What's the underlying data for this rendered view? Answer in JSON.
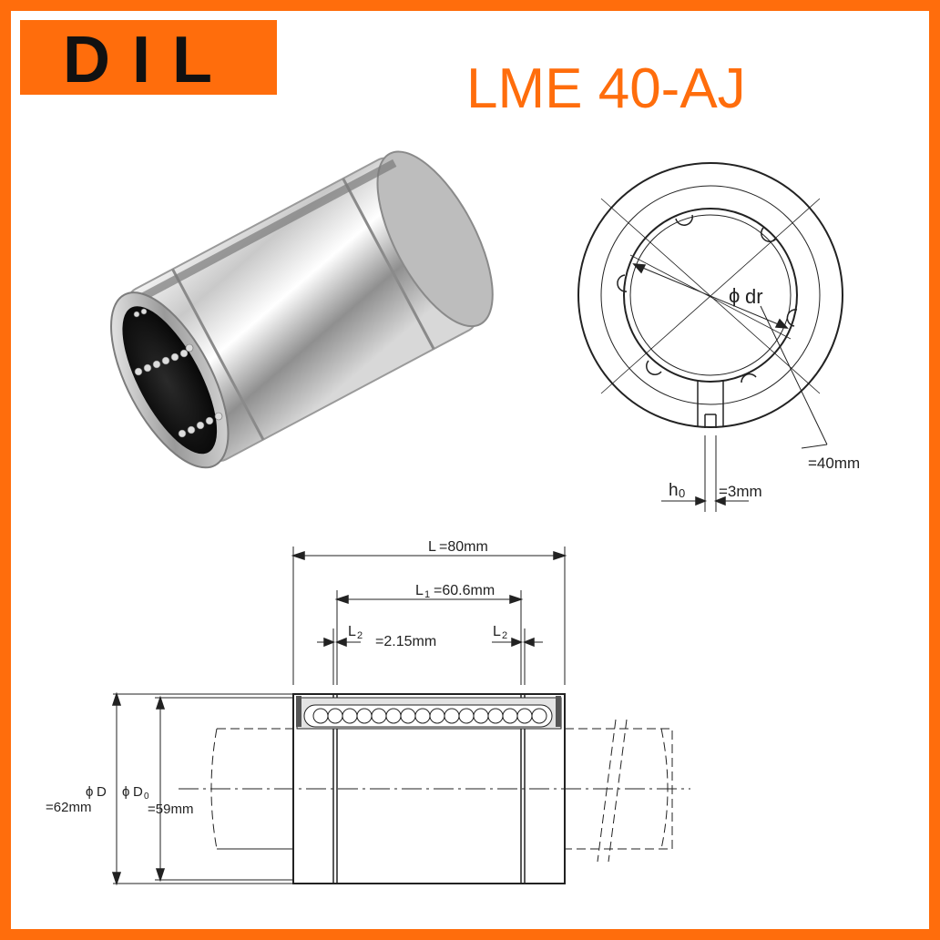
{
  "brand": {
    "logo_text": "DIL"
  },
  "title": "LME 40-AJ",
  "colors": {
    "accent": "#ff6d0c",
    "line": "#333333"
  },
  "end_view": {
    "dr_symbol": "ϕ",
    "dr_label": "dr",
    "dr_value": "=40mm",
    "h0_label": "h",
    "h0_sub": "0",
    "h0_value": "=3mm"
  },
  "side_view": {
    "L_label": "L",
    "L_value": "=80mm",
    "L1_label": "L",
    "L1_sub": "1",
    "L1_value": "=60.6mm",
    "L2_label": "L",
    "L2_sub": "2",
    "L2_value": "=2.15mm",
    "L2_right_label": "L",
    "L2_right_sub": "2",
    "D_symbol": "ϕ",
    "D_label": "D",
    "D_value": "=62mm",
    "D0_symbol": "ϕ",
    "D0_label": "D",
    "D0_sub": "0",
    "D0_value": "=59mm"
  }
}
